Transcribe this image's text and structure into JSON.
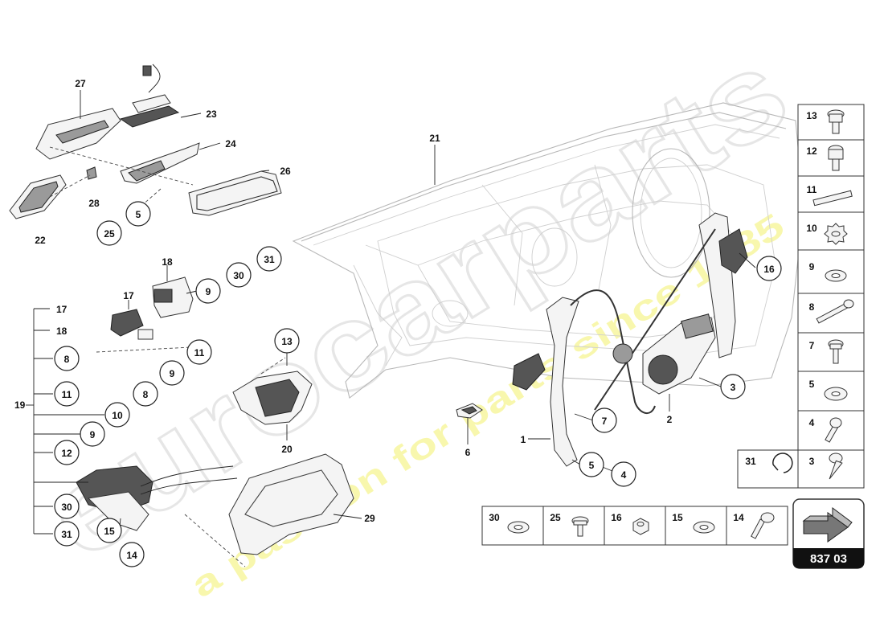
{
  "watermark": {
    "logo": "eurocarparts",
    "slogan": "a passion for parts since 1985",
    "color": "#f2f06a"
  },
  "callouts": {
    "c27": "27",
    "c23": "23",
    "c24": "24",
    "c26": "26",
    "c22": "22",
    "c28": "28",
    "c5a": "5",
    "c25a": "25",
    "c21": "21",
    "c18a": "18",
    "c17a": "17",
    "c9a": "9",
    "c30a": "30",
    "c31a": "31",
    "c11a": "11",
    "c9b": "9",
    "c8a": "8",
    "c10a": "10",
    "c13": "13",
    "c20": "20",
    "c9c": "9",
    "c16": "16",
    "c3a": "3",
    "c7a": "7",
    "c2": "2",
    "c6": "6",
    "c1": "1",
    "c5b": "5",
    "c4a": "4",
    "c29": "29",
    "c15a": "15",
    "c14a": "14"
  },
  "group19": {
    "label": "19",
    "items": [
      "17",
      "18",
      "8",
      "11",
      "10",
      "12",
      "30",
      "31"
    ],
    "circled": [
      false,
      false,
      true,
      true,
      true,
      true,
      true,
      true
    ],
    "extra9": "9"
  },
  "hardware_table_right": [
    {
      "num": "13",
      "icon": "bolt-flange-icon"
    },
    {
      "num": "12",
      "icon": "bolt-flange-icon"
    },
    {
      "num": "11",
      "icon": "pin-icon"
    },
    {
      "num": "10",
      "icon": "lock-washer-icon"
    },
    {
      "num": "9",
      "icon": "washer-icon"
    },
    {
      "num": "8",
      "icon": "long-bolt-icon"
    },
    {
      "num": "7",
      "icon": "bolt-icon"
    },
    {
      "num": "5",
      "icon": "washer-icon"
    },
    {
      "num": "4",
      "icon": "screw-icon"
    },
    {
      "num": "3",
      "icon": "tapping-screw-icon"
    }
  ],
  "hardware_cell_31": {
    "num": "31",
    "icon": "circlip-icon"
  },
  "hardware_table_bottom": [
    {
      "num": "30",
      "icon": "washer-icon"
    },
    {
      "num": "25",
      "icon": "bolt-icon"
    },
    {
      "num": "16",
      "icon": "nut-icon"
    },
    {
      "num": "15",
      "icon": "washer-icon"
    },
    {
      "num": "14",
      "icon": "bolt-icon"
    }
  ],
  "reference": {
    "code": "837 03",
    "icon": "arrow-3d-icon"
  }
}
